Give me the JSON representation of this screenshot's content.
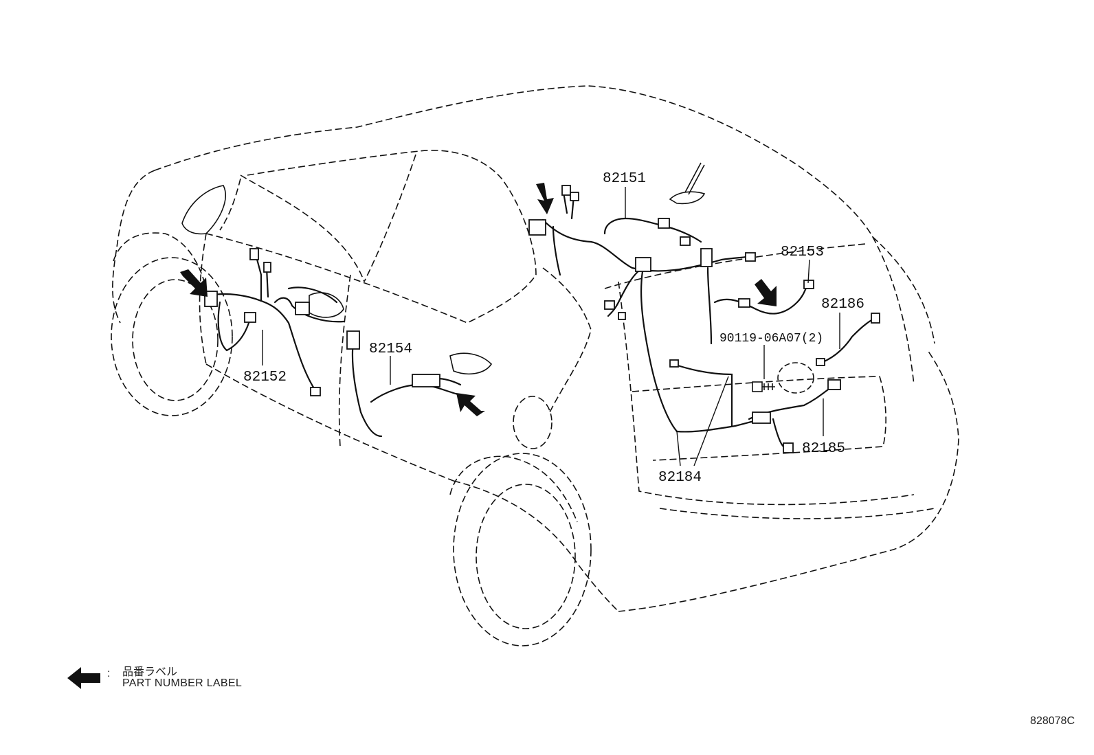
{
  "part_labels": {
    "p82151": "82151",
    "p82152": "82152",
    "p82153": "82153",
    "p82154": "82154",
    "p82184": "82184",
    "p82185": "82185",
    "p82186": "82186",
    "p90119": "90119-06A07(2)"
  },
  "legend": {
    "japanese": "品番ラベル",
    "english": "PART NUMBER LABEL",
    "separator": ":",
    "icon": "arrow-left-icon"
  },
  "reference_code": "828078C",
  "colors": {
    "line": "#111111",
    "background": "#ffffff"
  }
}
